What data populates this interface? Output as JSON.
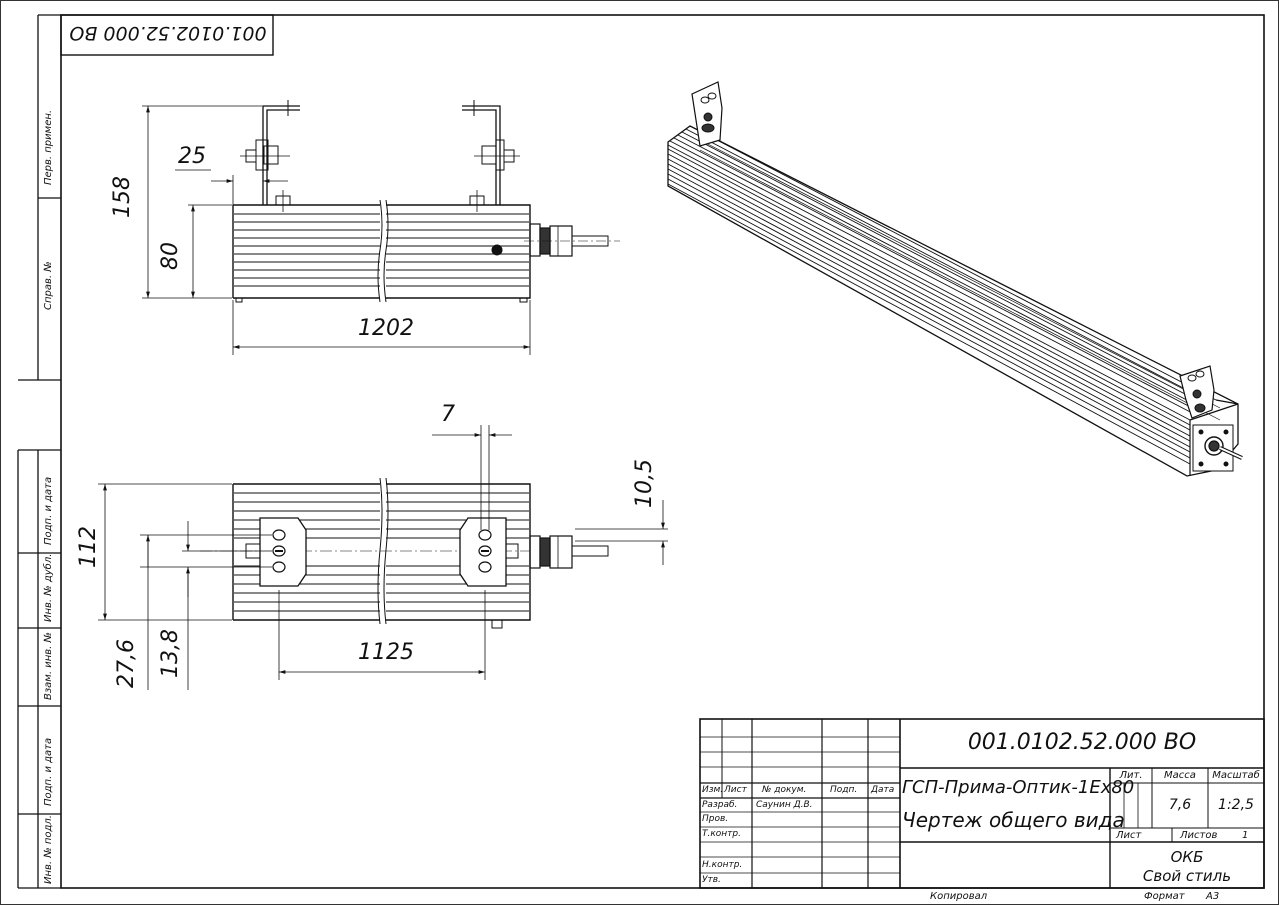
{
  "drawing_code_stamp": "001.0102.52.000 ВО",
  "side_columns": {
    "perv_primen": "Перв. примен.",
    "sprav_no": "Справ. №",
    "podp_i_data_1": "Подп. и дата",
    "inv_no_dubl": "Инв. № дубл.",
    "vzam_inv_no": "Взам. инв. №",
    "podp_i_data_2": "Подп. и дата",
    "inv_no_podl": "Инв. № подл."
  },
  "dimensions": {
    "side_view": {
      "height_total": "158",
      "height_body": "80",
      "length": "1202",
      "bracket_offset": "25"
    },
    "top_view": {
      "width": "112",
      "hole_span": "27,6",
      "hole_pitch": "13,8",
      "mount_distance": "1125",
      "slot_width": "7",
      "cable_offset": "10,5"
    }
  },
  "title_block": {
    "designation": "001.0102.52.000 ВО",
    "product_name": "ГСП-Прима-Оптик-1Ех80",
    "document_name": "Чертеж общего вида",
    "col_headers": {
      "izm": "Изм.",
      "list": "Лист",
      "doc_no": "№ докум.",
      "podp": "Подп.",
      "data": "Дата"
    },
    "rows": {
      "razrab": "Разраб.",
      "razrab_name": "Саунин Д.В.",
      "prov": "Пров.",
      "t_kontr": "Т.контр.",
      "n_kontr": "Н.контр.",
      "utv": "Утв."
    },
    "lit_label": "Лит.",
    "mass_label": "Масса",
    "scale_label": "Масштаб",
    "mass_value": "7,6",
    "scale_value": "1:2,5",
    "sheet_label": "Лист",
    "sheets_label": "Листов",
    "sheets_value": "1",
    "org_line1": "ОКБ",
    "org_line2": "Свой стиль"
  },
  "footer": {
    "copied": "Копировал",
    "format_label": "Формат",
    "format_value": "А3"
  }
}
